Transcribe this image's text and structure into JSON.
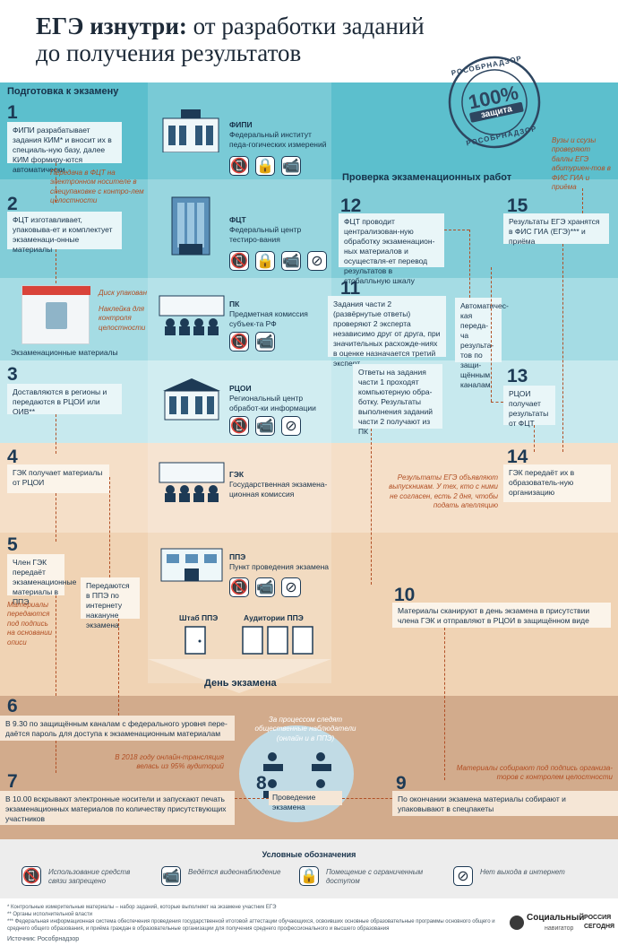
{
  "title": {
    "line1_bold": "ЕГЭ изнутри:",
    "line1_rest": " от разработки заданий",
    "line2": "до получения результатов"
  },
  "stamp": {
    "top": "РОСОБРНАДЗОР",
    "pct": "100%",
    "sub": "защита",
    "bottom": "РОСОБРНАДЗОР"
  },
  "section_prep": "Подготовка к экзамену",
  "section_check": "Проверка экзаменационных работ",
  "exam_day": "День экзамена",
  "steps": {
    "s1": {
      "n": "1",
      "text": "ФИПИ разрабатывает задания КИМ* и вносит их в специаль-ную базу, далее КИМ формиру-ются автоматически"
    },
    "s2": {
      "n": "2",
      "text": "ФЦТ изготавливает, упаковыва-ет и комплектует экзаменаци-онные материалы"
    },
    "s3": {
      "n": "3",
      "text": "Доставляются в регионы и передаются в РЦОИ или ОИВ**"
    },
    "s4": {
      "n": "4",
      "text": "ГЭК получает материалы от РЦОИ"
    },
    "s5": {
      "n": "5",
      "text": "Член ГЭК передаёт экзаменационные материалы в ППЭ"
    },
    "s5b": {
      "text": "Передаются в ППЭ по интернету накануне экзамена"
    },
    "s6": {
      "n": "6",
      "text": "В 9.30 по защищённым каналам с федерального уровня пере-даётся пароль для доступа к экзаменационным материалам"
    },
    "s7": {
      "n": "7",
      "text": "В 10.00 вскрывают электронные носители и запускают печать экзаменационных материалов по количеству присутствующих участников"
    },
    "s8": {
      "n": "8",
      "text": "Проведение экзамена"
    },
    "s9": {
      "n": "9",
      "text": "По окончании экзамена материалы собирают и упаковывают в спецпакеты"
    },
    "s10": {
      "n": "10",
      "text": "Материалы сканируют в день экзамена в присутствии члена ГЭК и отправляют в РЦОИ в защищённом виде"
    },
    "s11": {
      "n": "11",
      "text": "Задания части 2 (развёрнутые ответы) проверяют 2 эксперта независимо друг от друга, при значительных расхожде-ниях в оценке назначается третий эксперт"
    },
    "s11b": {
      "text": "Ответы на задания части 1 проходят компьютерную обра-ботку. Результаты выполнения заданий части 2 получают из ПК"
    },
    "s11c": {
      "text": "Автоматичес-кая переда-ча результа-тов по защи-щённым каналам"
    },
    "s12": {
      "n": "12",
      "text": "ФЦТ проводит централизован-ную обработку экзаменацион-ных материалов и осуществля-ет перевод результатов в стобалльную шкалу"
    },
    "s13": {
      "n": "13",
      "text": "РЦОИ получает результаты от ФЦТ"
    },
    "s14": {
      "n": "14",
      "text": "ГЭК передаёт их в образователь-ную организацию"
    },
    "s15": {
      "n": "15",
      "text": "Результаты ЕГЭ хранятся в ФИС ГИА (ЕГЭ)*** и приёма"
    }
  },
  "notes": {
    "n_fct": "Передача в ФЦТ на электронном носителе в спецупаковке с контро-лем целостности",
    "n_disk": "Диск упакован",
    "n_sticker": "Наклейка для контроля целостности",
    "n_materials": "Экзаменационные материалы",
    "n_s5": "Материалы передаются под подпись на основании описи",
    "n_online": "В 2018 году онлайн-трансляция велась из 95% аудиторий",
    "n_observers": "За процессом следят общественные наблюдатели (онлайн и в ППЭ)",
    "n_sign": "Материалы собирают под подпись организа-торов с контролем целостности",
    "n_appeal": "Результаты ЕГЭ объявляют выпускникам. У тех, кто с ними не согласен, есть 2 дня, чтобы подать апелляцию",
    "n_unis": "Вузы и ссузы проверяют баллы ЕГЭ абитуриен-тов в ФИС ГИА и приёма"
  },
  "buildings": {
    "fipi": {
      "abbr": "ФИПИ",
      "full": "Федеральный институт педа-гогических измерений"
    },
    "fct": {
      "abbr": "ФЦТ",
      "full": "Федеральный центр тестиро-вания"
    },
    "pk": {
      "abbr": "ПК",
      "full": "Предметная комиссия субъек-та РФ"
    },
    "rcoi": {
      "abbr": "РЦОИ",
      "full": "Региональный центр обработ-ки информации"
    },
    "gek": {
      "abbr": "ГЭК",
      "full": "Государственная экзамена-ционная комиссия"
    },
    "ppe": {
      "abbr": "ППЭ",
      "full": "Пункт проведения экзамена"
    },
    "shtab": "Штаб ППЭ",
    "aud": "Аудитории ППЭ"
  },
  "legend": {
    "title": "Условные обозначения",
    "items": [
      "Использование средств связи запрещено",
      "Ведётся видеонаблюдение",
      "Помещение с ограниченным доступом",
      "Нет выхода в интернет"
    ]
  },
  "footnotes": [
    "* Контрольные измерительные материалы – набор заданий, которые выполняет на экзамене участник ЕГЭ",
    "** Органы исполнительной власти",
    "*** Федеральная информационная система обеспечения проведения государственной итоговой аттестации обучающихся, освоивших основные образовательные программы основного общего и среднего общего образования, и приёма граждан в образовательные организации для получения среднего профессионального и высшего образования",
    "Источник: Рособрнадзор"
  ],
  "brand": {
    "name": "Социальный",
    "sub": "навигатор",
    "ria1": "РОССИЯ",
    "ria2": "СЕГОДНЯ"
  },
  "colors": {
    "teal_dark": "#4fb9c8",
    "teal_light": "#9fd9e1",
    "peach": "#f4dcc4",
    "sand": "#e8c9a8",
    "tan": "#c9a082",
    "accent": "#b14f25",
    "navy": "#1d3a55"
  }
}
